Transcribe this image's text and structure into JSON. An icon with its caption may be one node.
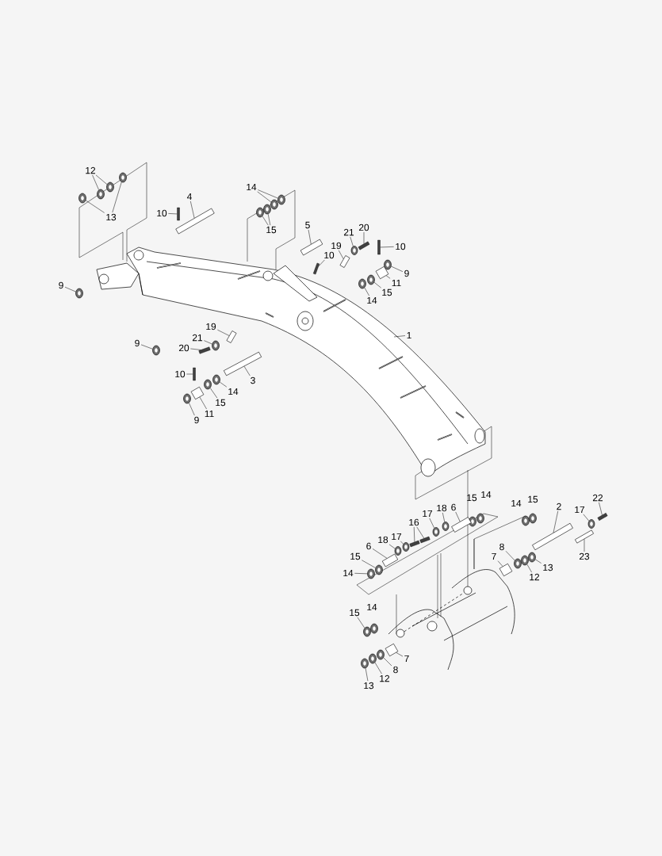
{
  "diagram": {
    "nodes": [
      {
        "text": [
          "12"
        ]
      },
      {
        "text": [
          "13"
        ]
      },
      {
        "text": [
          "10"
        ]
      },
      {
        "text": [
          "4"
        ]
      },
      {
        "text": [
          "14"
        ]
      },
      {
        "text": [
          "15"
        ]
      },
      {
        "text": [
          "5"
        ]
      },
      {
        "text": [
          "19"
        ]
      },
      {
        "text": [
          "21"
        ]
      },
      {
        "text": [
          "20"
        ]
      },
      {
        "text": [
          "10"
        ]
      },
      {
        "text": [
          "10"
        ]
      },
      {
        "text": [
          "9"
        ]
      },
      {
        "text": [
          "11"
        ]
      },
      {
        "text": [
          "9"
        ]
      },
      {
        "text": [
          "15"
        ]
      },
      {
        "text": [
          "14"
        ]
      },
      {
        "text": [
          "19"
        ]
      },
      {
        "text": [
          "1"
        ]
      },
      {
        "text": [
          "21"
        ]
      },
      {
        "text": [
          "9"
        ]
      },
      {
        "text": [
          "20"
        ]
      },
      {
        "text": [
          "10"
        ]
      },
      {
        "text": [
          "3"
        ]
      },
      {
        "text": [
          "14"
        ]
      },
      {
        "text": [
          "15"
        ]
      },
      {
        "text": [
          "11"
        ]
      },
      {
        "text": [
          "9"
        ]
      },
      {
        "text": [
          "14"
        ]
      },
      {
        "text": [
          "15"
        ]
      },
      {
        "text": [
          "15"
        ]
      },
      {
        "text": [
          "2"
        ]
      },
      {
        "text": [
          "14"
        ]
      },
      {
        "text": [
          "22"
        ]
      },
      {
        "text": [
          "6"
        ]
      },
      {
        "text": [
          "18"
        ]
      },
      {
        "text": [
          "17"
        ]
      },
      {
        "text": [
          "17"
        ]
      },
      {
        "text": [
          "16"
        ]
      },
      {
        "text": [
          "17"
        ]
      },
      {
        "text": [
          "18"
        ]
      },
      {
        "text": [
          "6"
        ]
      },
      {
        "text": [
          "15"
        ]
      },
      {
        "text": [
          "7"
        ]
      },
      {
        "text": [
          "8"
        ]
      },
      {
        "text": [
          "23"
        ]
      },
      {
        "text": [
          "13"
        ]
      },
      {
        "text": [
          "14"
        ]
      },
      {
        "text": [
          "12"
        ]
      },
      {
        "text": [
          "14"
        ]
      },
      {
        "text": [
          "15"
        ]
      },
      {
        "text": [
          "7"
        ]
      },
      {
        "text": [
          "8"
        ]
      },
      {
        "text": [
          "12"
        ]
      },
      {
        "text": [
          "13"
        ]
      },
      {
        "text": [],
        "shape": "circle"
      },
      {
        "text": [],
        "shape": "circle"
      },
      {
        "text": [],
        "shape": "circle"
      },
      {
        "text": [],
        "shape": "circle"
      },
      {
        "text": [],
        "shape": "bar"
      },
      {
        "text": [],
        "shape": "cylinder"
      },
      {
        "text": [],
        "shape": "circle"
      },
      {
        "text": [],
        "shape": "circle"
      },
      {
        "text": [],
        "shape": "circle"
      },
      {
        "text": [],
        "shape": "circle"
      },
      {
        "text": [],
        "shape": "cylinder"
      },
      {
        "text": [],
        "shape": "box"
      },
      {
        "text": [],
        "shape": "circle"
      },
      {
        "text": [],
        "shape": "bar"
      },
      {
        "text": [],
        "shape": "bar"
      },
      {
        "text": [],
        "shape": "bar"
      },
      {
        "text": [],
        "shape": "circle"
      },
      {
        "text": [],
        "shape": "cylinder"
      },
      {
        "text": [],
        "shape": "circle"
      },
      {
        "text": [],
        "shape": "circle"
      },
      {
        "text": [],
        "shape": "circle"
      },
      {
        "text": [],
        "shape": "box"
      },
      {
        "text": [],
        "shape": "circle"
      },
      {
        "text": [],
        "shape": "circle"
      },
      {
        "text": [],
        "shape": "bar"
      },
      {
        "text": [],
        "shape": "bar"
      },
      {
        "text": [],
        "shape": "cylinder"
      },
      {
        "text": [],
        "shape": "circle"
      },
      {
        "text": [],
        "shape": "circle"
      },
      {
        "text": [],
        "shape": "cylinder"
      },
      {
        "text": [],
        "shape": "circle"
      },
      {
        "text": [],
        "shape": "cylinder"
      },
      {
        "text": [],
        "shape": "bar"
      },
      {
        "text": [],
        "shape": "cylinder"
      },
      {
        "text": [],
        "shape": "circle"
      },
      {
        "text": [],
        "shape": "circle"
      },
      {
        "text": [],
        "shape": "circle"
      },
      {
        "text": [],
        "shape": "bar"
      },
      {
        "text": [],
        "shape": "bar"
      },
      {
        "text": [],
        "shape": "circle"
      },
      {
        "text": [],
        "shape": "circle"
      },
      {
        "text": [],
        "shape": "cylinder"
      },
      {
        "text": [],
        "shape": "circle"
      },
      {
        "text": [],
        "shape": "cylinder"
      },
      {
        "text": [],
        "shape": "circle"
      },
      {
        "text": [],
        "shape": "box"
      },
      {
        "text": [],
        "shape": "circle"
      },
      {
        "text": [],
        "shape": "circle"
      },
      {
        "text": [],
        "shape": "circle"
      },
      {
        "text": [],
        "shape": "circle"
      },
      {
        "text": [],
        "shape": "cylinder"
      },
      {
        "text": [],
        "shape": "circle"
      },
      {
        "text": [],
        "shape": "circle"
      },
      {
        "text": [],
        "shape": "circle"
      }
    ],
    "edges": [
      {
        "from": 0,
        "to": 55,
        "arrow": "none"
      },
      {
        "from": 0,
        "to": 56,
        "arrow": "none"
      },
      {
        "from": 1,
        "to": 57,
        "arrow": "none"
      },
      {
        "from": 1,
        "to": 58,
        "arrow": "none"
      },
      {
        "from": 2,
        "to": 59,
        "arrow": "none"
      },
      {
        "from": 3,
        "to": 60,
        "arrow": "none"
      },
      {
        "from": 4,
        "to": 61,
        "arrow": "none"
      },
      {
        "from": 4,
        "to": 62,
        "arrow": "none"
      },
      {
        "from": 5,
        "to": 63,
        "arrow": "none"
      },
      {
        "from": 5,
        "to": 64,
        "arrow": "none"
      },
      {
        "from": 6,
        "to": 65,
        "arrow": "none"
      },
      {
        "from": 7,
        "to": 66,
        "arrow": "none"
      },
      {
        "from": 8,
        "to": 67,
        "arrow": "none"
      },
      {
        "from": 9,
        "to": 68,
        "arrow": "none"
      },
      {
        "from": 10,
        "to": 69,
        "arrow": "none"
      },
      {
        "from": 11,
        "to": 70,
        "arrow": "none"
      },
      {
        "from": 12,
        "to": 71,
        "arrow": "none"
      },
      {
        "from": 13,
        "to": 72,
        "arrow": "none"
      },
      {
        "from": 14,
        "to": 73,
        "arrow": "none"
      },
      {
        "from": 15,
        "to": 74,
        "arrow": "none"
      },
      {
        "from": 16,
        "to": 75,
        "arrow": "none"
      },
      {
        "from": 17,
        "to": 76,
        "arrow": "none"
      },
      {
        "from": 18,
        "to": null,
        "arrow": "none"
      },
      {
        "from": 19,
        "to": 77,
        "arrow": "none"
      },
      {
        "from": 20,
        "to": 78,
        "arrow": "none"
      },
      {
        "from": 21,
        "to": 79,
        "arrow": "none"
      },
      {
        "from": 22,
        "to": 80,
        "arrow": "none"
      },
      {
        "from": 23,
        "to": 81,
        "arrow": "none"
      },
      {
        "from": 24,
        "to": 82,
        "arrow": "none"
      },
      {
        "from": 25,
        "to": 83,
        "arrow": "none"
      },
      {
        "from": 26,
        "to": 84,
        "arrow": "none"
      },
      {
        "from": 27,
        "to": 85,
        "arrow": "none"
      },
      {
        "from": 31,
        "to": 86,
        "arrow": "none"
      },
      {
        "from": 33,
        "to": 87,
        "arrow": "none"
      },
      {
        "from": 34,
        "to": 88,
        "arrow": "none"
      },
      {
        "from": 35,
        "to": 89,
        "arrow": "none"
      },
      {
        "from": 36,
        "to": 90,
        "arrow": "none"
      },
      {
        "from": 37,
        "to": 91,
        "arrow": "none"
      },
      {
        "from": 38,
        "to": 92,
        "arrow": "none"
      },
      {
        "from": 38,
        "to": 93,
        "arrow": "none"
      },
      {
        "from": 39,
        "to": 94,
        "arrow": "none"
      },
      {
        "from": 40,
        "to": 95,
        "arrow": "none"
      },
      {
        "from": 41,
        "to": 96,
        "arrow": "none"
      },
      {
        "from": 42,
        "to": 97,
        "arrow": "none"
      },
      {
        "from": 43,
        "to": 98,
        "arrow": "none"
      },
      {
        "from": 44,
        "to": 99,
        "arrow": "none"
      },
      {
        "from": 45,
        "to": 100,
        "arrow": "none"
      },
      {
        "from": 46,
        "to": 101,
        "arrow": "none"
      },
      {
        "from": 47,
        "to": 102,
        "arrow": "none"
      },
      {
        "from": 48,
        "to": 103,
        "arrow": "none"
      },
      {
        "from": 50,
        "to": 104,
        "arrow": "none"
      },
      {
        "from": 51,
        "to": 105,
        "arrow": "none"
      },
      {
        "from": 52,
        "to": 106,
        "arrow": "none"
      },
      {
        "from": 53,
        "to": 107,
        "arrow": "none"
      },
      {
        "from": 54,
        "to": 108,
        "arrow": "none"
      }
    ]
  }
}
